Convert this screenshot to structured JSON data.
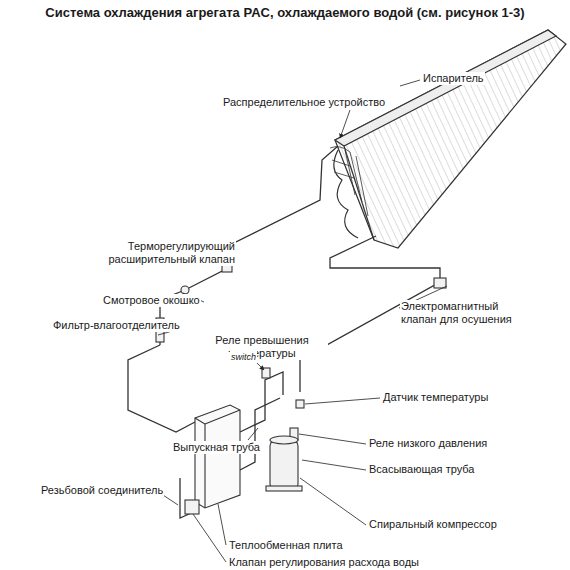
{
  "diagram": {
    "title": "Система охлаждения агрегата PAC, охлаждаемого водой (см. рисунок 1-3)",
    "labels": [
      "Испаритель",
      "Распределительное устройство",
      "Терморегулирующий расширительный клапан",
      "Смотровое окошко",
      "Фильтр-влагоотделитель",
      "Реле превышения температуры",
      "switch",
      "Электромагнитный клапан для осушения",
      "Датчик температуры",
      "Выпускная труба",
      "Реле низкого давления",
      "Всасывающая труба",
      "Резьбовой соединитель",
      "Спиральный компрессор",
      "Теплообменная плита",
      "Клапан регулирования расхода воды"
    ]
  }
}
